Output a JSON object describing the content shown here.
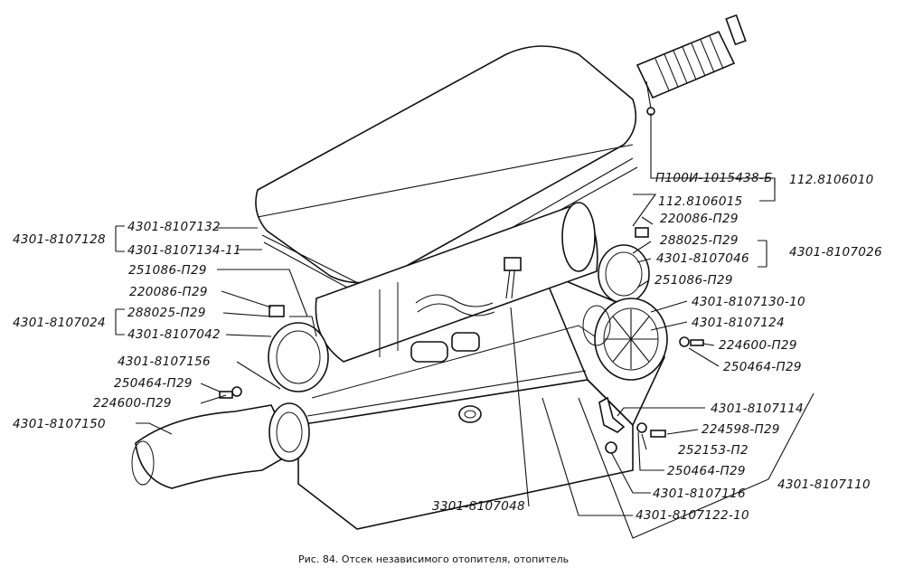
{
  "caption": "Рис. 84. Отсек независимого отопителя, отопитель",
  "callouts": {
    "p_4301_8107128": "4301-8107128",
    "p_4301_8107132": "4301-8107132",
    "p_4301_8107134_11": "4301-8107134-11",
    "p_251086_p29_left": "251086-П29",
    "p_220086_p29_left": "220086-П29",
    "p_4301_8107024": "4301-8107024",
    "p_288025_p29_left": "288025-П29",
    "p_4301_8107042": "4301-8107042",
    "p_4301_8107156": "4301-8107156",
    "p_250464_p29_left": "250464-П29",
    "p_224600_p29_left": "224600-П29",
    "p_4301_8107150": "4301-8107150",
    "p_3301_8107048": "3301-8107048",
    "p_p100i_1015438_b": "П100И-1015438-Б",
    "p_112_8106010": "112.8106010",
    "p_112_8106015": "112.8106015",
    "p_220086_p29_right": "220086-П29",
    "p_288025_p29_right": "288025-П29",
    "p_4301_8107026": "4301-8107026",
    "p_4301_8107046": "4301-8107046",
    "p_251086_p29_right": "251086-П29",
    "p_4301_8107130_10": "4301-8107130-10",
    "p_4301_8107124": "4301-8107124",
    "p_224600_p29_right": "224600-П29",
    "p_250464_p29_right": "250464-П29",
    "p_4301_8107114": "4301-8107114",
    "p_224598_p29": "224598-П29",
    "p_252153_p2": "252153-П2",
    "p_250464_p29_lower": "250464-П29",
    "p_4301_8107116": "4301-8107116",
    "p_4301_8107122_10": "4301-8107122-10",
    "p_4301_8107110": "4301-8107110"
  }
}
